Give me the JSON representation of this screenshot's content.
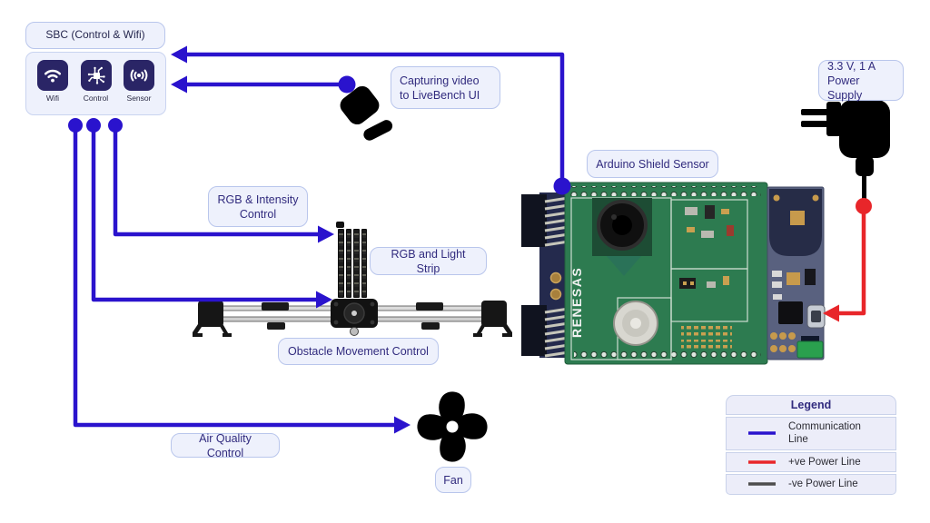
{
  "colors": {
    "communication_line": "#2a13cd",
    "positive_power_line": "#e8262a",
    "negative_power_line": "#4d4d4d"
  },
  "sbc": {
    "title": "SBC (Control & Wifi)",
    "icons": [
      {
        "label": "Wifi"
      },
      {
        "label": "Control"
      },
      {
        "label": "Sensor"
      }
    ]
  },
  "labels": {
    "capturing": "Capturing video to LiveBench UI",
    "rgb_intensity": "RGB & Intensity Control",
    "rgb_strip": "RGB and Light Strip",
    "obstacle": "Obstacle Movement Control",
    "air": "Air Quality Control",
    "fan": "Fan",
    "arduino": "Arduino Shield Sensor",
    "psu": "3.3 V, 1 A Power Supply"
  },
  "legend": {
    "title": "Legend",
    "items": [
      {
        "label": "Communication Line",
        "color": "#2a13cd"
      },
      {
        "label": "+ve Power Line",
        "color": "#e8262a"
      },
      {
        "label": "-ve Power Line",
        "color": "#4d4d4d"
      }
    ]
  },
  "board": {
    "brand": "RENESAS"
  }
}
